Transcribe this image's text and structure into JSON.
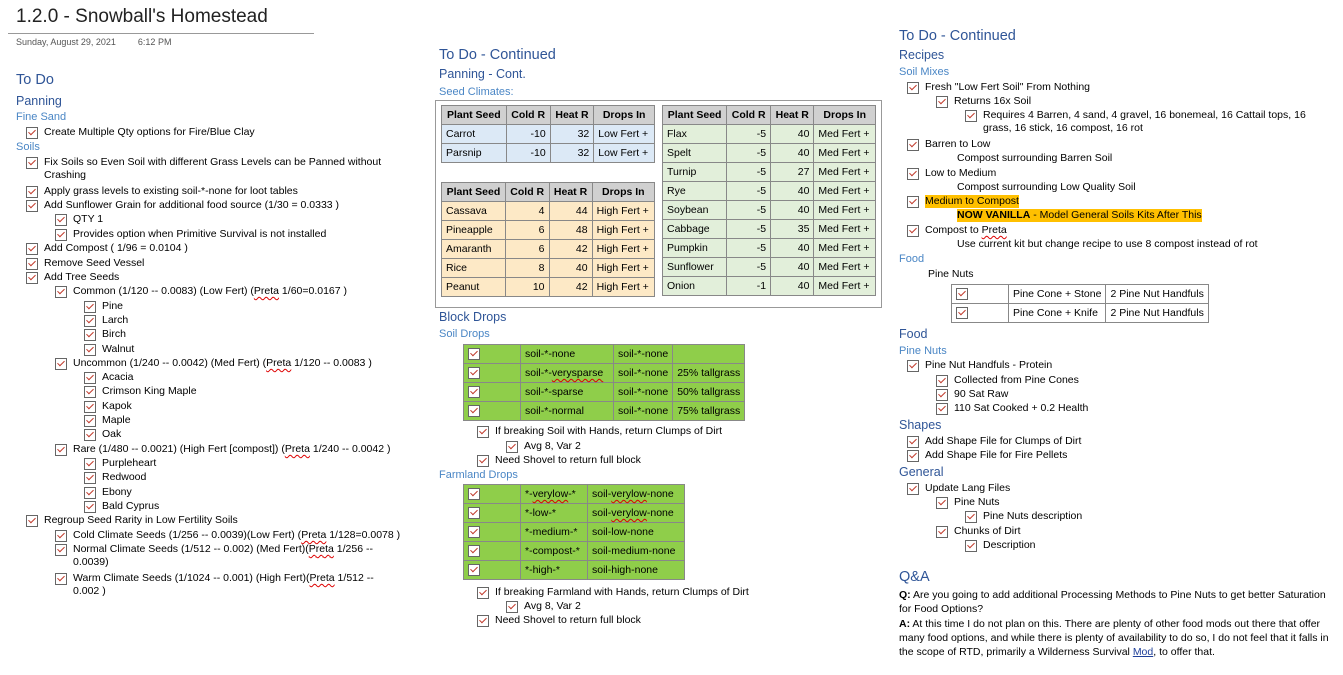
{
  "page": {
    "title": "1.2.0 - Snowball's Homestead",
    "date": "Sunday, August 29, 2021",
    "time": "6:12 PM"
  },
  "col1": {
    "todo": "To Do",
    "panning": "Panning",
    "fine_sand": "Fine Sand",
    "fine_sand_item": "Create Multiple Qty options for Fire/Blue Clay",
    "soils": "Soils",
    "soil_item1a": "Fix Soils so Even Soil with different Grass Levels can be Panned without",
    "soil_item1b": "Crashing",
    "soil_item2": "Apply grass levels to existing soil-*-none for loot tables",
    "soil_item3": "Add Sunflower Grain for additional food source (1/30 = 0.0333 )",
    "qty1": "QTY 1",
    "provides": "Provides option when Primitive Survival is not installed",
    "compost": "Add Compost ( 1/96 = 0.0104 )",
    "remove_seed": "Remove Seed Vessel",
    "add_tree": "Add Tree Seeds",
    "common_a": "Common (1/120 -- 0.0083) (Low Fert) (",
    "common_preta": "Preta",
    "common_b": " 1/60=0.0167  )",
    "common_trees": [
      "Pine",
      "Larch",
      "Birch",
      "Walnut"
    ],
    "uncommon_a": "Uncommon (1/240 -- 0.0042) (Med Fert) (",
    "uncommon_preta": "Preta",
    "uncommon_b": " 1/120 -- 0.0083  )",
    "uncommon_trees": [
      "Acacia",
      "Crimson King Maple",
      "Kapok",
      "Maple",
      "Oak"
    ],
    "rare_a": "Rare (1/480 -- 0.0021) (High Fert [compost]) (",
    "rare_preta": "Preta",
    "rare_b": " 1/240 -- 0.0042  )",
    "rare_trees": [
      "Purpleheart",
      "Redwood",
      "Ebony",
      "Bald Cyprus"
    ],
    "regroup": "Regroup Seed Rarity in Low Fertility Soils",
    "cold_a": "Cold Climate Seeds (1/256 -- 0.0039)(Low Fert) (",
    "cold_preta": "Preta",
    "cold_b": " 1/128=0.0078 )",
    "normal_a": "Normal Climate Seeds (1/512 -- 0.002) (Med Fert)(",
    "normal_preta": "Preta",
    "normal_b": " 1/256 --",
    "normal_c": "0.0039)",
    "warm_a": "Warm Climate Seeds (1/1024 -- 0.001) (High Fert)(",
    "warm_preta": "Preta",
    "warm_b": " 1/512 --",
    "warm_c": "0.002 )"
  },
  "col2": {
    "todo_cont": "To Do - Continued",
    "panning_cont": "Panning - Cont.",
    "seed_climates": "Seed Climates:",
    "headers": [
      "Plant Seed",
      "Cold R",
      "Heat R",
      "Drops In"
    ],
    "cold_seeds": [
      [
        "Carrot",
        "-10",
        "32",
        "Low Fert +"
      ],
      [
        "Parsnip",
        "-10",
        "32",
        "Low Fert +"
      ]
    ],
    "warm_seeds": [
      [
        "Cassava",
        "4",
        "44",
        "High Fert +"
      ],
      [
        "Pineapple",
        "6",
        "48",
        "High Fert +"
      ],
      [
        "Amaranth",
        "6",
        "42",
        "High Fert +"
      ],
      [
        "Rice",
        "8",
        "40",
        "High Fert +"
      ],
      [
        "Peanut",
        "10",
        "42",
        "High Fert +"
      ]
    ],
    "med_seeds": [
      [
        "Flax",
        "-5",
        "40",
        "Med Fert +"
      ],
      [
        "Spelt",
        "-5",
        "40",
        "Med Fert +"
      ],
      [
        "Turnip",
        "-5",
        "27",
        "Med Fert +"
      ],
      [
        "Rye",
        "-5",
        "40",
        "Med Fert +"
      ],
      [
        "Soybean",
        "-5",
        "40",
        "Med Fert +"
      ],
      [
        "Cabbage",
        "-5",
        "35",
        "Med Fert +"
      ],
      [
        "Pumpkin",
        "-5",
        "40",
        "Med Fert +"
      ],
      [
        "Sunflower",
        "-5",
        "40",
        "Med Fert +"
      ],
      [
        "Onion",
        "-1",
        "40",
        "Med Fert +"
      ]
    ],
    "block_drops": "Block Drops",
    "soil_drops": "Soil Drops",
    "soil_rows": [
      [
        "soil-*-none",
        "soil-*-none",
        ""
      ],
      [
        "soil-*-verysparse",
        "soil-*-none",
        "25% tallgrass"
      ],
      [
        "soil-*-sparse",
        "soil-*-none",
        "50% tallgrass"
      ],
      [
        "soil-*-normal",
        "soil-*-none",
        "75% tallgrass"
      ]
    ],
    "if_soil": "If breaking Soil with Hands, return Clumps of Dirt",
    "avg1": "Avg 8, Var 2",
    "shovel1": "Need Shovel to return full block",
    "farmland_drops": "Farmland Drops",
    "farm_rows": [
      [
        "*-verylow-*",
        "soil-verylow-none"
      ],
      [
        "*-low-*",
        "soil-verylow-none"
      ],
      [
        "*-medium-*",
        "soil-low-none"
      ],
      [
        "*-compost-*",
        "soil-medium-none"
      ],
      [
        "*-high-*",
        "soil-high-none"
      ]
    ],
    "if_farm": "If breaking Farmland with Hands, return Clumps of Dirt",
    "avg2": "Avg 8, Var 2",
    "shovel2": "Need Shovel to return full block"
  },
  "col3": {
    "todo_cont": "To Do - Continued",
    "recipes": "Recipes",
    "soil_mixes": "Soil Mixes",
    "fresh": "Fresh \"Low Fert Soil\" From Nothing",
    "returns": "Returns 16x Soil",
    "requires_a": "Requires 4 Barren, 4 sand, 4 gravel, 16 bonemeal, 16 Cattail tops, 16",
    "requires_b": "grass, 16 stick, 16 compost, 16 rot",
    "barren": "Barren to Low",
    "barren_sub": "Compost surrounding Barren Soil",
    "low_med": "Low to Medium",
    "low_med_sub": "Compost surrounding Low Quality Soil",
    "med_compost": "Medium to Compost",
    "now_vanilla_a": "NOW VANILLA",
    "now_vanilla_b": " - Model General Soils Kits After This",
    "compost_preta_a": "Compost to ",
    "compost_preta_b": "Preta",
    "compost_preta_sub": "Use current kit but change recipe to use 8 compost instead of rot",
    "food_small": "Food",
    "pine_nuts": "Pine Nuts",
    "pine_rows": [
      [
        "Pine Cone + Stone",
        "2 Pine Nut Handfuls"
      ],
      [
        "Pine Cone + Knife",
        "2 Pine Nut Handfuls"
      ]
    ],
    "food": "Food",
    "pine_nuts_h": "Pine Nuts",
    "handfuls": "Pine Nut Handfuls - Protein",
    "collected": "Collected from Pine Cones",
    "sat_raw": "90 Sat Raw",
    "sat_cooked": "110 Sat Cooked + 0.2 Health",
    "shapes": "Shapes",
    "shape1": "Add Shape File for Clumps of Dirt",
    "shape2": "Add Shape File for Fire Pellets",
    "general": "General",
    "lang": "Update Lang Files",
    "lang_pine": "Pine Nuts",
    "lang_pine_desc": "Pine Nuts description",
    "lang_chunks": "Chunks of Dirt",
    "lang_desc": "Description",
    "qa": "Q&A",
    "q_label": "Q:",
    "q_text": " Are you going to add additional Processing Methods to Pine Nuts to get better Saturation for Food Options?",
    "a_label": "A:",
    "a_text": " At this time I do not plan on this. There are plenty of other food mods out there that offer many food options, and while there is plenty of availability to do so, I do not feel that it falls in the scope of RTD, primarily a Wilderness Survival ",
    "a_mod": "Mod",
    "a_end": ", to offer that."
  }
}
